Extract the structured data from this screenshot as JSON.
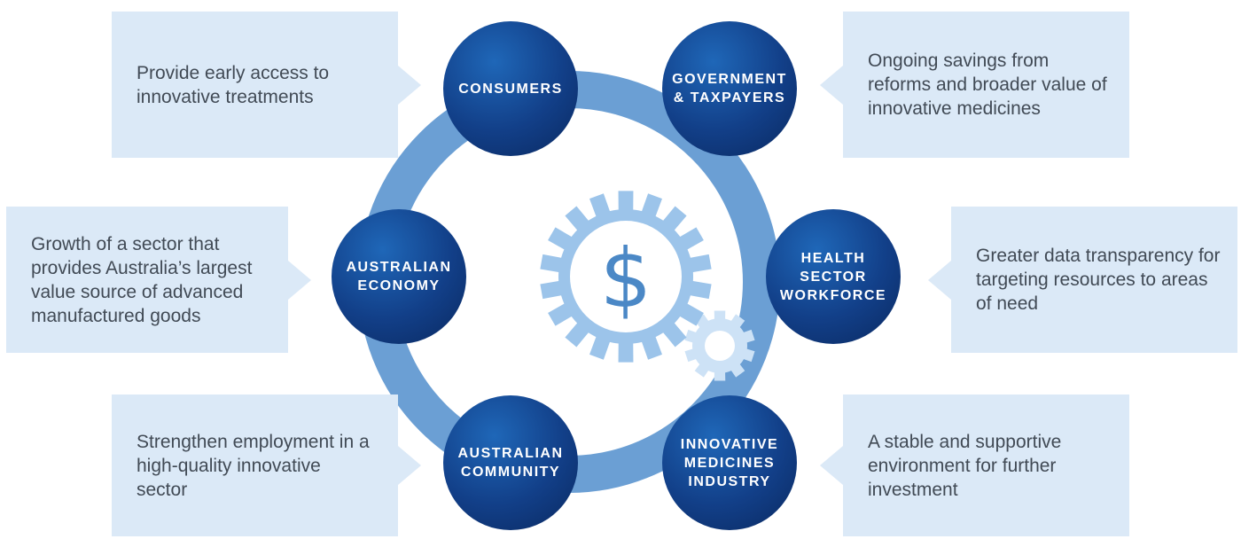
{
  "nodes": [
    {
      "label": "CONSUMERS"
    },
    {
      "label": "GOVERNMENT\n& TAXPAYERS"
    },
    {
      "label": "HEALTH\nSECTOR\nWORKFORCE"
    },
    {
      "label": "INNOVATIVE\nMEDICINES\nINDUSTRY"
    },
    {
      "label": "AUSTRALIAN\nCOMMUNITY"
    },
    {
      "label": "AUSTRALIAN\nECONOMY"
    }
  ],
  "callouts": {
    "consumers": "Provide early access to innovative treatments",
    "government": "Ongoing savings from reforms and broader value of innovative medicines",
    "health": "Greater data transparency for targeting resources to areas of need",
    "industry": "A stable and supportive environment for further investment",
    "community": "Strengthen employment in a high-quality innovative sector",
    "economy": "Growth of a sector that provides Australia’s largest value source of advanced manufactured goods"
  },
  "center": {
    "symbol": "$",
    "icon": "gear-dollar-icon"
  },
  "colors": {
    "ring": "#6b9fd4",
    "node": "#123f88",
    "callout_bg": "#dbe9f7",
    "gear_large": "#9cc4ea",
    "gear_small": "#cde2f6",
    "dollar": "#4b88c6"
  }
}
